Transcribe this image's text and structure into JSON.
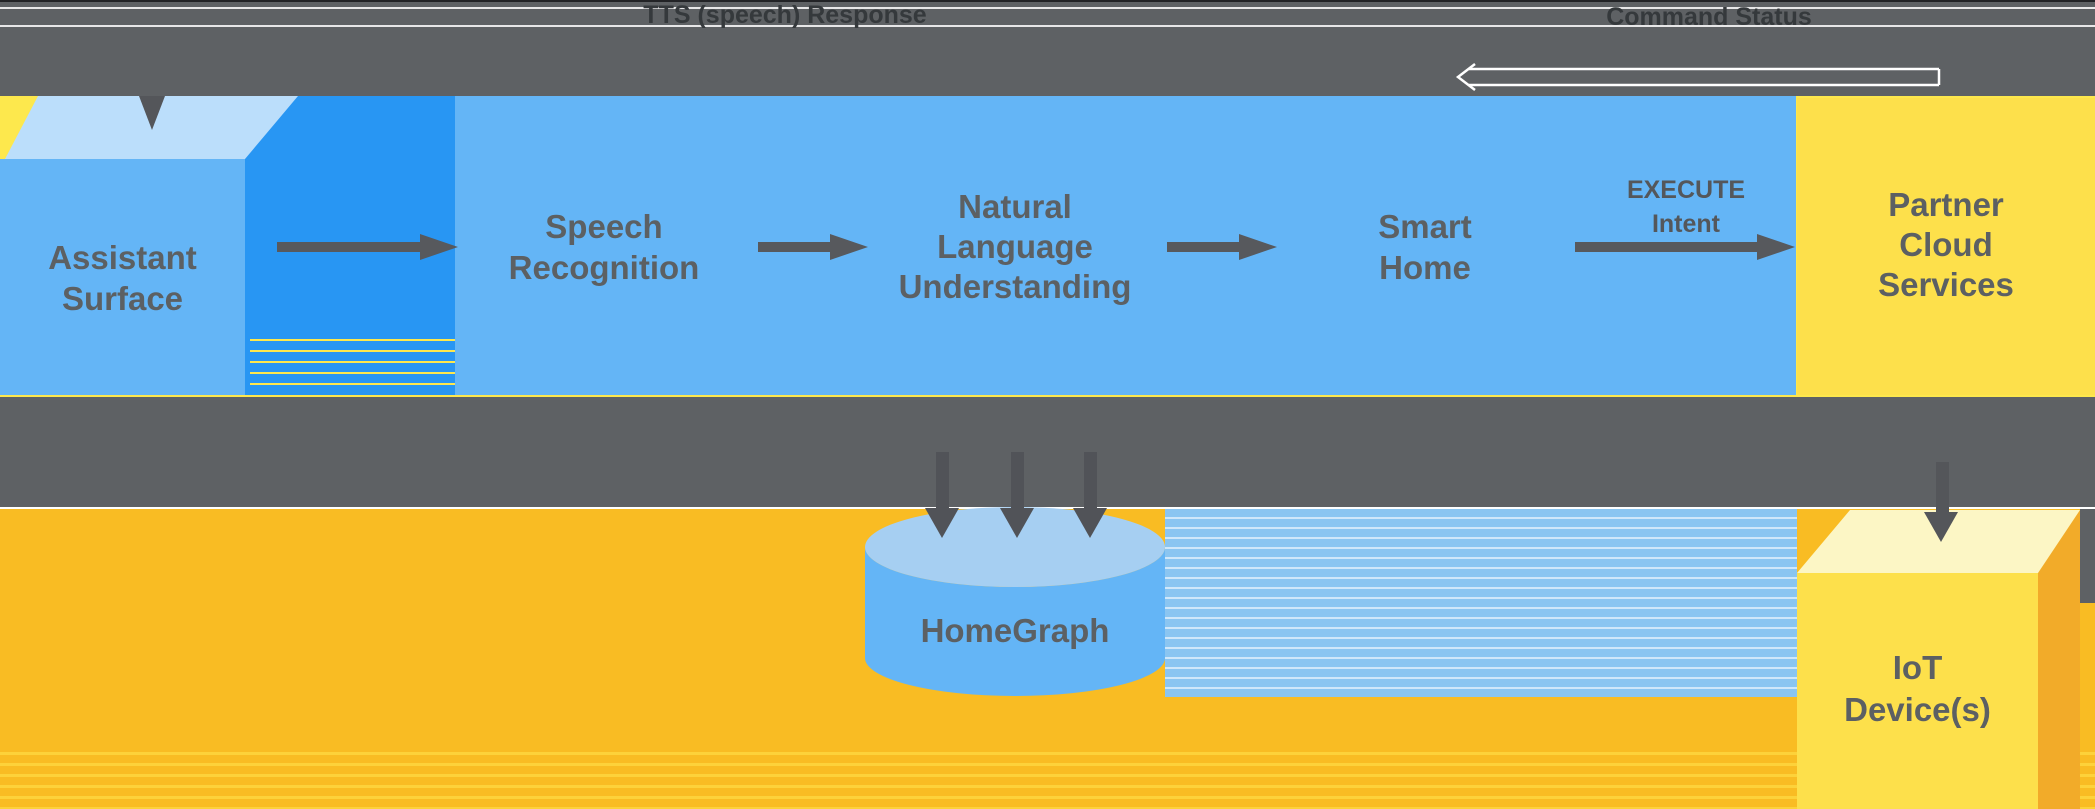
{
  "diagram": {
    "type": "flow-architecture",
    "top_band": {
      "response_flow_label": "TTS (speech) Response",
      "status_flow_label": "Command Status"
    },
    "nodes": {
      "assistant_surface": "Assistant\nSurface",
      "speech_recognition": "Speech\nRecognition",
      "natural_language_understanding": "Natural\nLanguage\nUnderstanding",
      "smart_home": "Smart\nHome",
      "partner_cloud_services": "Partner\nCloud\nServices",
      "homegraph": "HomeGraph",
      "iot_devices": "IoT\nDevice(s)"
    },
    "edge_labels": {
      "execute_intent": "EXECUTE\nIntent"
    },
    "colors": {
      "band_gray": "#5e6164",
      "container_blue": "#64b5f6",
      "deep_blue": "#2896f3",
      "box_top_blue": "#bbdefb",
      "bright_yellow": "#fde04b",
      "background_gold": "#f9bc23",
      "upper_yellow": "#fde84d",
      "iot_top_yellow": "#fcf6c5",
      "iot_side_orange": "#f2ab29",
      "cylinder_top_blue": "#a6cff2",
      "label_gray": "#5c6063",
      "band_text_gray": "#35393c",
      "arrow_gray": "#57595d",
      "outline_arrow_white": "#ffffff"
    }
  }
}
